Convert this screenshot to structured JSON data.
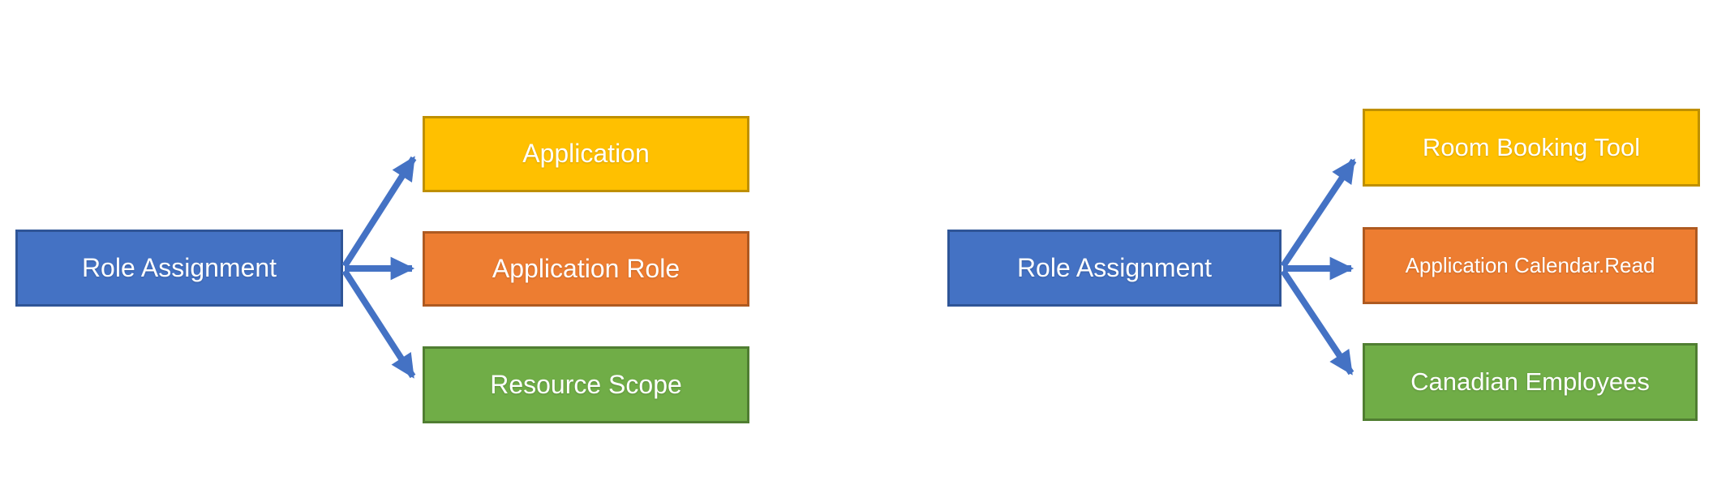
{
  "diagrams": [
    {
      "name": "role-assignment-generic",
      "source": {
        "label": "Role Assignment",
        "fill": "#4472C4",
        "border": "#2F5597",
        "text_color": "#FFFFFF"
      },
      "targets": [
        {
          "label": "Application",
          "fill": "#FFC000",
          "border": "#BF9000",
          "text_color": "#FFFFFF"
        },
        {
          "label": "Application Role",
          "fill": "#ED7D31",
          "border": "#AE5A21",
          "text_color": "#FFFFFF"
        },
        {
          "label": "Resource Scope",
          "fill": "#70AD47",
          "border": "#507E32",
          "text_color": "#FFFFFF"
        }
      ],
      "arrow_color": "#4472C4"
    },
    {
      "name": "role-assignment-example",
      "source": {
        "label": "Role Assignment",
        "fill": "#4472C4",
        "border": "#2F5597",
        "text_color": "#FFFFFF"
      },
      "targets": [
        {
          "label": "Room Booking Tool",
          "fill": "#FFC000",
          "border": "#BF9000",
          "text_color": "#FFFFFF"
        },
        {
          "label": "Application Calendar.Read",
          "fill": "#ED7D31",
          "border": "#AE5A21",
          "text_color": "#FFFFFF"
        },
        {
          "label": "Canadian Employees",
          "fill": "#70AD47",
          "border": "#507E32",
          "text_color": "#FFFFFF"
        }
      ],
      "arrow_color": "#4472C4"
    }
  ],
  "background_color": "#FFFFFF"
}
